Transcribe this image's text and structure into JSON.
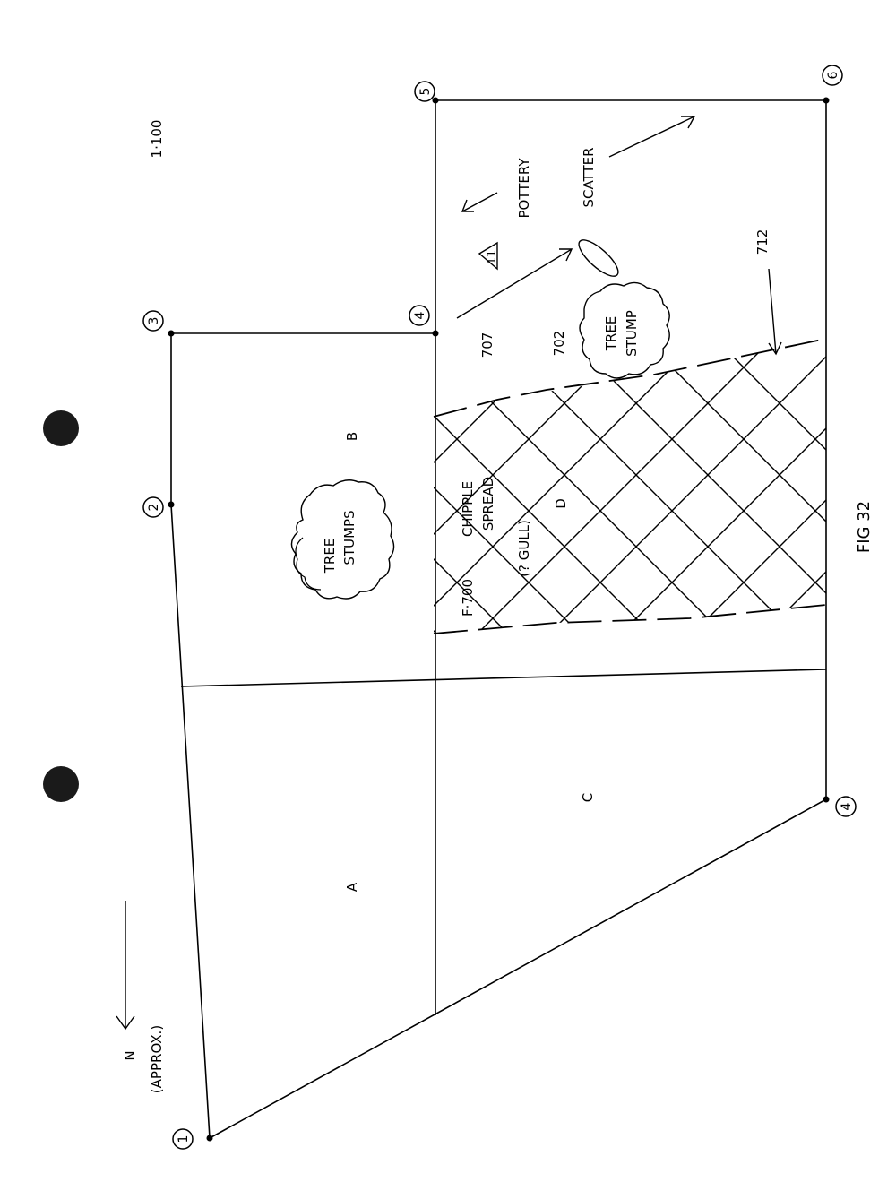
{
  "figure": {
    "caption": "FIG 32",
    "scale": "1·100",
    "north_label": "N",
    "north_qualifier": "(APPROX.)"
  },
  "stations": [
    {
      "id": "s1",
      "label": "1"
    },
    {
      "id": "s2",
      "label": "2"
    },
    {
      "id": "s3",
      "label": "3"
    },
    {
      "id": "s4a",
      "label": "4"
    },
    {
      "id": "s5",
      "label": "5"
    },
    {
      "id": "s6",
      "label": "6"
    },
    {
      "id": "s4b",
      "label": "4"
    }
  ],
  "areas": {
    "a": "A",
    "b": "B",
    "c": "C",
    "d": "D"
  },
  "features": {
    "tree_stumps_1": "TREE",
    "tree_stumps_2": "STUMPS",
    "tree_stump_1": "TREE",
    "tree_stump_2": "STUMP",
    "chipple_1": "CHIPPLE",
    "chipple_2": "SPREAD",
    "chipple_3": "(? GULL)",
    "f700": "F·700",
    "c707": "707",
    "c702": "702",
    "c712": "712",
    "pottery": "POTTERY",
    "scatter": "SCATTER",
    "marker": "11"
  },
  "colors": {
    "ink": "#000000",
    "punch_hole": "#1a1a1a"
  }
}
